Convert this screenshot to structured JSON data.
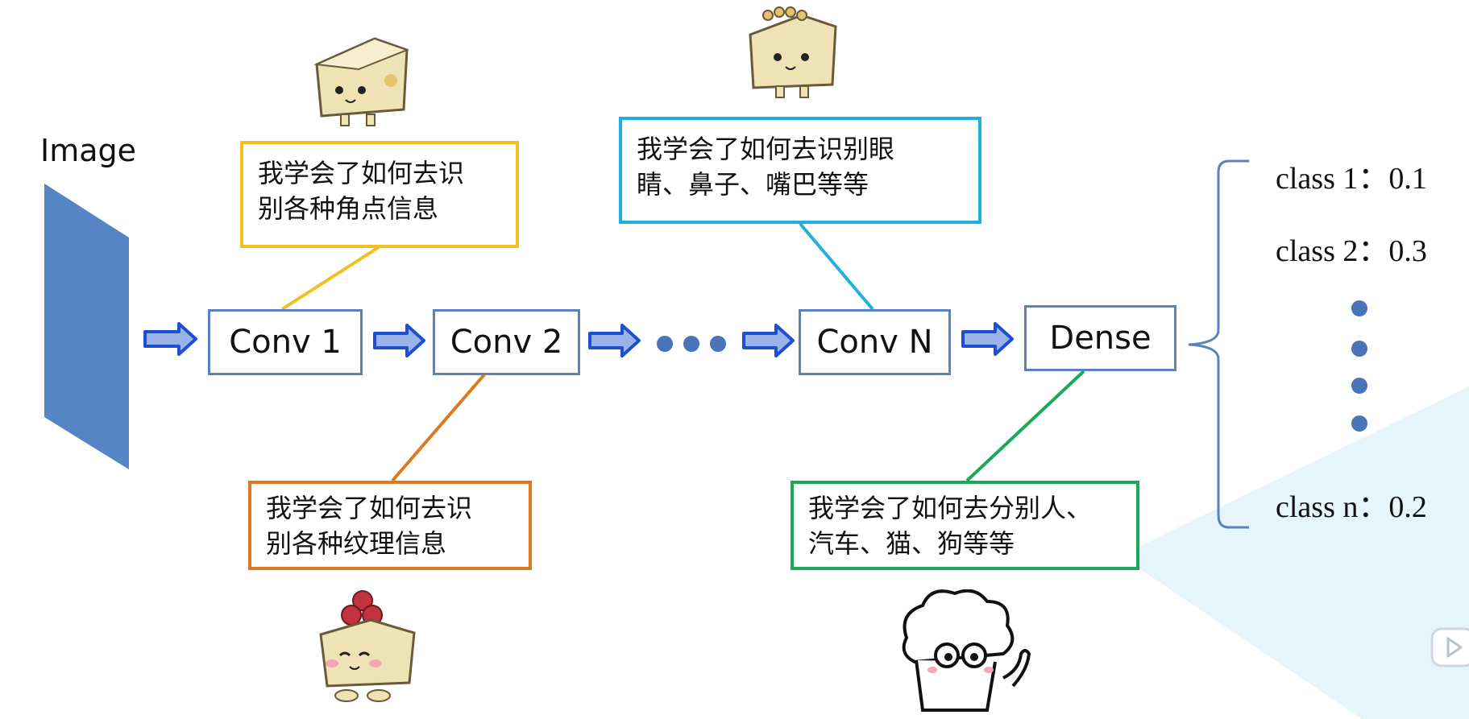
{
  "image_label": "Image",
  "layers": {
    "conv1": "Conv 1",
    "conv2": "Conv 2",
    "convN": "Conv N",
    "dense": "Dense"
  },
  "notes": {
    "conv1": [
      "我学会了如何去识",
      "别各种角点信息"
    ],
    "conv2": [
      "我学会了如何去识",
      "别各种纹理信息"
    ],
    "convN": [
      "我学会了如何去识别眼",
      "睛、鼻子、嘴巴等等"
    ],
    "dense": [
      "我学会了如何去分别人、",
      "汽车、猫、狗等等"
    ]
  },
  "classes": [
    {
      "label": "class 1：0.1"
    },
    {
      "label": "class 2：0.3"
    },
    {
      "label": "class n：0.2"
    }
  ],
  "colors": {
    "image_panel": "#5585c5",
    "box_border": "#5a82c0",
    "arrow": "#1e4fd0",
    "conv1_note": "#f2c01e",
    "conv2_note": "#dd7a1f",
    "convN_note": "#1fb0e0",
    "dense_note": "#1aa85a",
    "brace": "#5a82c0",
    "dot": "#4a74b8",
    "bg_triangle": "#e6f4fb"
  },
  "icons": [
    "cheese-mascot-1-icon",
    "cheese-mascot-2-icon",
    "cheese-mascot-3-icon",
    "curly-hair-character-icon",
    "video-play-icon"
  ]
}
